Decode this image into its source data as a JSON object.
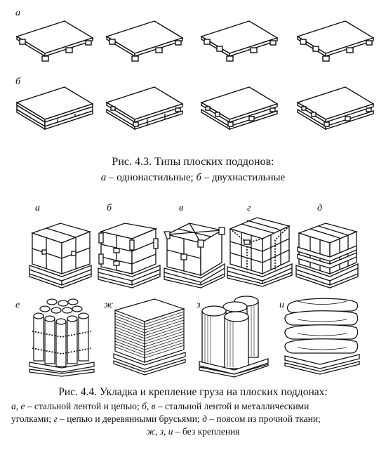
{
  "figure_4_3": {
    "row_labels": [
      "а",
      "б"
    ],
    "caption_title": "Рис. 4.3. Типы плоских поддонов:",
    "caption_a_letter": "а",
    "caption_a_text": " – однонастильные; ",
    "caption_b_letter": "б",
    "caption_b_text": " – двухнастильные"
  },
  "figure_4_4": {
    "top_labels": [
      "а",
      "б",
      "в",
      "г",
      "д"
    ],
    "bottom_labels": [
      "е",
      "ж",
      "з",
      "и"
    ],
    "caption_title": "Рис. 4.4. Укладка и крепление груза на плоских поддонах:",
    "legend_line1_letters": "а, е",
    "legend_line1_text": " – стальной лентой и цепью; ",
    "legend_line1_letters2": "б, в",
    "legend_line1_text2": " – стальной лентой и металлическими",
    "legend_line2_text": "уголками; ",
    "legend_line2_letter": "г",
    "legend_line2_text2": " – цепью и деревянными брусьями; ",
    "legend_line2_letter2": "д",
    "legend_line2_text3": " – поясом  из прочной ткани;",
    "legend_line3_letters": "ж, з, и",
    "legend_line3_text": " – без крепления"
  }
}
